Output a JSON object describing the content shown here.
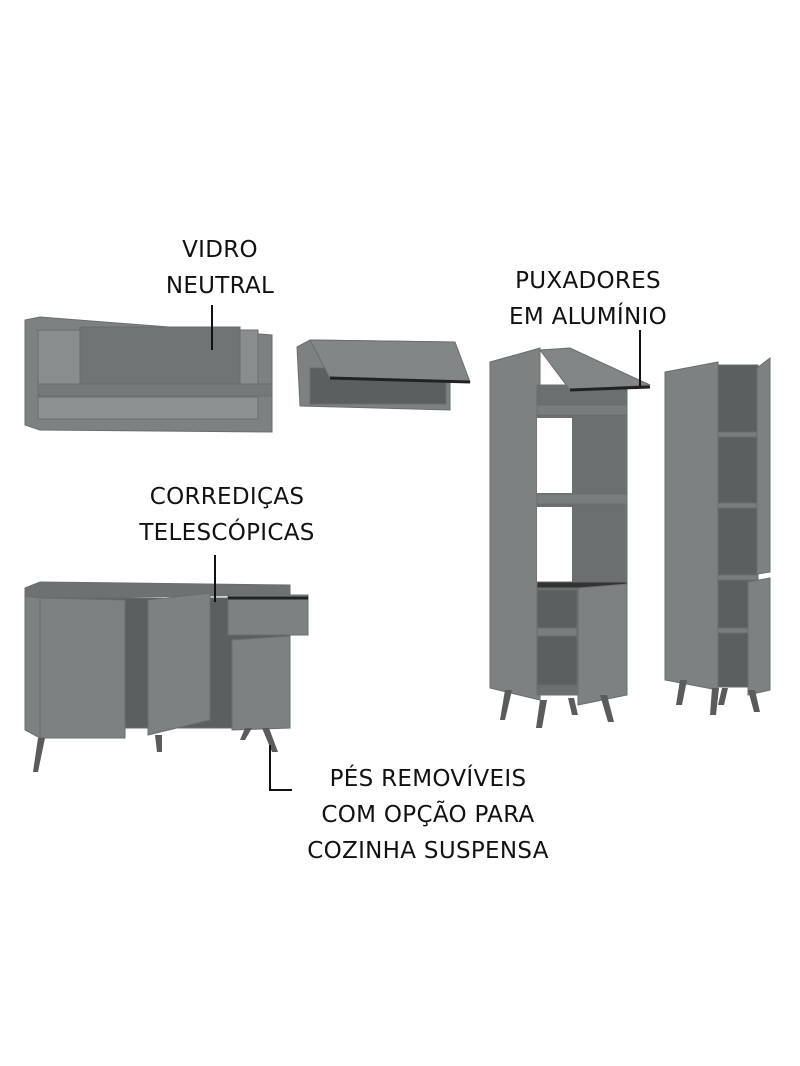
{
  "annotations": {
    "glass": [
      "VIDRO",
      "NEUTRAL"
    ],
    "handles": [
      "PUXADORES",
      "EM ALUMÍNIO"
    ],
    "slides": [
      "CORREDIÇAS",
      "TELESCÓPICAS"
    ],
    "feet": [
      "PÉS REMOVÍVEIS",
      "COM OPÇÃO PARA",
      "COZINHA SUSPENSA"
    ]
  },
  "colors": {
    "body": "#7e8181",
    "interior": "#5c5f5f",
    "shade": "#6c6f6f",
    "legs": "#5a5c5c",
    "glass": "#6f7474",
    "line": "#111111"
  }
}
